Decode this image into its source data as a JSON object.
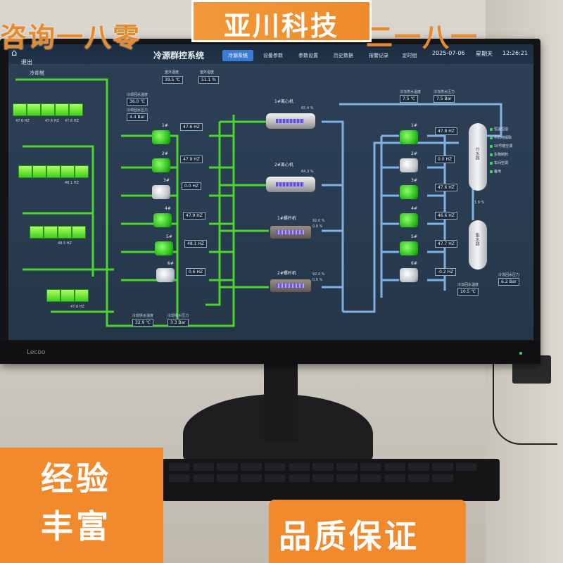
{
  "colors": {
    "accent": "#3a7bd5",
    "active_green": "#3fcf1a",
    "water_blue": "#8fc7ff",
    "overlay_orange": "#f08a2c"
  },
  "overlay": {
    "top_left": "咨询一八零",
    "top_right": "二一八一",
    "title": "亚川科技",
    "bottom_left_line1": "经验",
    "bottom_left_line2": "丰富",
    "bottom_right": "品质保证"
  },
  "monitor": {
    "brand": "Lecoo"
  },
  "header": {
    "logout": "退出",
    "title": "冷源群控系统",
    "tabs": [
      {
        "label": "冷源系统",
        "active": true
      },
      {
        "label": "设备参数",
        "active": false
      },
      {
        "label": "参数设置",
        "active": false
      },
      {
        "label": "历史数据",
        "active": false
      },
      {
        "label": "报警记录",
        "active": false
      },
      {
        "label": "定时组",
        "active": false
      }
    ],
    "date": "2025-07-06",
    "weekday": "星期天",
    "time": "12:26:21"
  },
  "cooling_towers": {
    "label": "冷却塔",
    "freqs": [
      "47.6 HZ",
      "48.1 HZ",
      "48.5 HZ",
      "47.6 HZ"
    ]
  },
  "top_readings": [
    {
      "label": "室外温度",
      "value": "39.5 ℃"
    },
    {
      "label": "室外湿度",
      "value": "51.1 %"
    }
  ],
  "cooling_water": {
    "return_temp_label": "冷却回水温度",
    "return_temp": "36.0 ℃",
    "return_pres_label": "冷却回水压力",
    "return_pres": "4.4 Bar",
    "supply_temp_label": "冷却供水温度",
    "supply_temp": "32.9 ℃",
    "supply_pres_label": "冷却供水压力",
    "supply_pres": "3.3 Bar"
  },
  "chilled_water": {
    "supply_temp_label": "冷冻供水温度",
    "supply_temp": "7.5 ℃",
    "supply_pres_label": "冷冻供水压力",
    "supply_pres": "7.5 Bar",
    "return_temp_label": "冷冻回水温度",
    "return_temp": "10.5 ℃",
    "return_pres_label": "冷冻回水压力",
    "return_pres": "6.2 Bar"
  },
  "cooling_pumps": [
    {
      "name": "1#",
      "freq": "47.6 HZ",
      "on": true
    },
    {
      "name": "2#",
      "freq": "47.9 HZ",
      "on": true
    },
    {
      "name": "3#",
      "freq": "0.0 HZ",
      "on": false
    },
    {
      "name": "4#",
      "freq": "47.9 HZ",
      "on": true
    },
    {
      "name": "5#",
      "freq": "48.1 HZ",
      "on": true
    },
    {
      "name": "6#",
      "freq": "0.6 HZ",
      "on": false
    }
  ],
  "chillers": [
    {
      "name": "1#离心机",
      "load": "65.4 %"
    },
    {
      "name": "2#离心机",
      "load": "64.3 %"
    },
    {
      "name": "1#螺杆机",
      "load": "92.0 %",
      "load2": "0.0 %"
    },
    {
      "name": "2#螺杆机",
      "load": "92.0 %",
      "load2": "0.0 %"
    }
  ],
  "chilled_pumps": [
    {
      "name": "1#",
      "freq": "47.8 HZ",
      "on": true
    },
    {
      "name": "2#",
      "freq": "0.0 HZ",
      "on": false
    },
    {
      "name": "3#",
      "freq": "47.6 HZ",
      "on": true
    },
    {
      "name": "4#",
      "freq": "46.6 HZ",
      "on": true
    },
    {
      "name": "5#",
      "freq": "47.7 HZ",
      "on": true
    },
    {
      "name": "6#",
      "freq": "-0.2 HZ",
      "on": false
    }
  ],
  "tanks": {
    "top": "分水器",
    "bottom": "集水器",
    "bypass": "1.9 %"
  },
  "loads": [
    "恒温恒湿",
    "中药材提取",
    "10号楼空调",
    "生物制药",
    "车间空调",
    "备用"
  ]
}
